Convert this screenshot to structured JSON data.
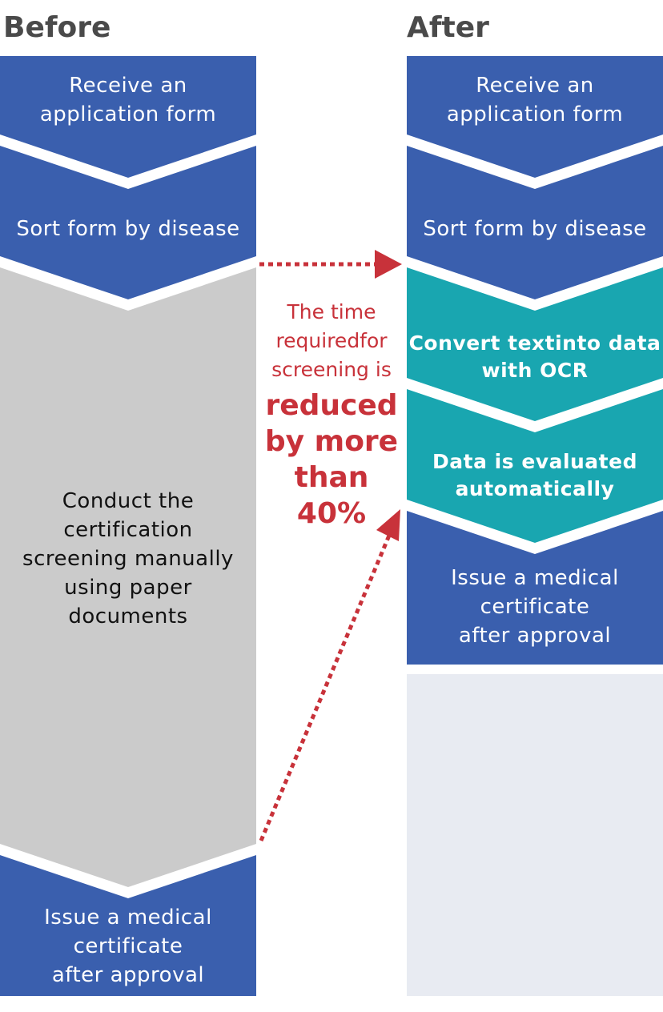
{
  "before": {
    "heading": "Before",
    "steps": [
      {
        "label": "Receive an\napplication form"
      },
      {
        "label": "Sort form by disease"
      },
      {
        "label": "Conduct the\ncertification\nscreening manually\nusing paper\ndocuments"
      },
      {
        "label": "Issue a medical\ncertificate\nafter approval"
      }
    ]
  },
  "after": {
    "heading": "After",
    "steps": [
      {
        "label": "Receive an\napplication form"
      },
      {
        "label": "Sort form by disease"
      },
      {
        "label": "Convert textinto data\nwith OCR"
      },
      {
        "label": "Data is evaluated\nautomatically"
      },
      {
        "label": "Issue a medical\ncertificate\nafter approval"
      }
    ]
  },
  "callout": {
    "text": "The time\nrequiredfor\nscreening is",
    "emphasis": "reduced\nby more\nthan 40%"
  },
  "colors": {
    "blue": "#3a5fae",
    "teal": "#19a6b0",
    "gray": "#cbcbcb",
    "empty": "#e8ebf2",
    "red": "#c8323a",
    "heading": "#4a4a4a"
  }
}
